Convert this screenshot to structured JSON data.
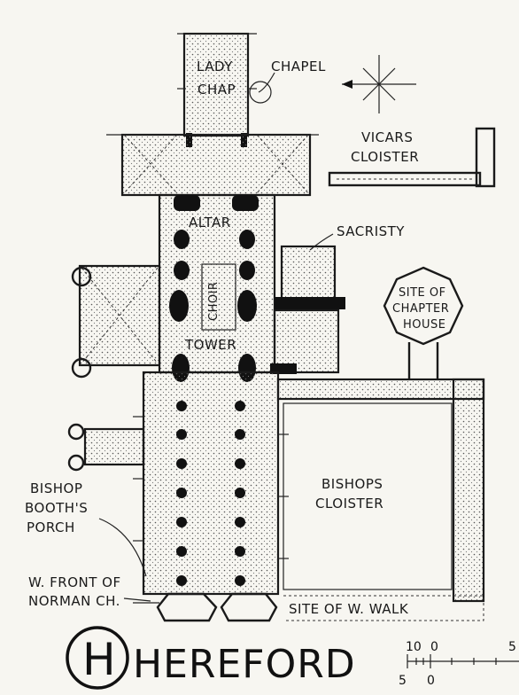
{
  "labels": {
    "lady_chap": [
      "LADY",
      "CHAP"
    ],
    "chapel": "CHAPEL",
    "vicars_cloister": [
      "VICARS",
      "CLOISTER"
    ],
    "altar": "ALTAR",
    "sacristy": "SACRISTY",
    "choir": "CHOIR",
    "tower": "TOWER",
    "site_of_chapter_house": [
      "SITE OF",
      "CHAPTER",
      "HOUSE"
    ],
    "bishops_cloister": [
      "BISHOPS",
      "CLOISTER"
    ],
    "bishop_booths_porch": [
      "BISHOP",
      "BOOTH'S",
      "PORCH"
    ],
    "w_front": [
      "W. FRONT OF",
      "NORMAN CH."
    ],
    "site_of_w_walk": "SITE OF W. WALK"
  },
  "title": {
    "monogram": "H",
    "name": "HEREFORD"
  },
  "scale": {
    "top_labels": [
      "10",
      "0",
      "5"
    ],
    "bottom_labels": [
      "5",
      "0"
    ]
  },
  "colors": {
    "ink": "#1a1a1a",
    "paper": "#f7f6f1"
  },
  "icons": {
    "compass": "compass-rose-icon"
  }
}
